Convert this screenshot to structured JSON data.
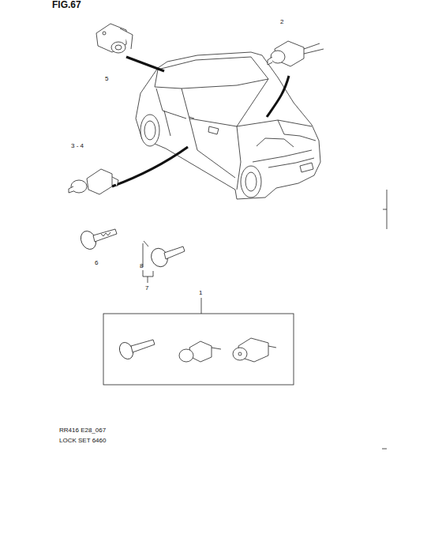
{
  "diagram": {
    "title": "FIG.67",
    "labels": [
      "5",
      "2",
      "3 - 4",
      "6",
      "8",
      "7",
      "1",
      "RR416 E28_067",
      "LOCK SET 6460"
    ]
  }
}
